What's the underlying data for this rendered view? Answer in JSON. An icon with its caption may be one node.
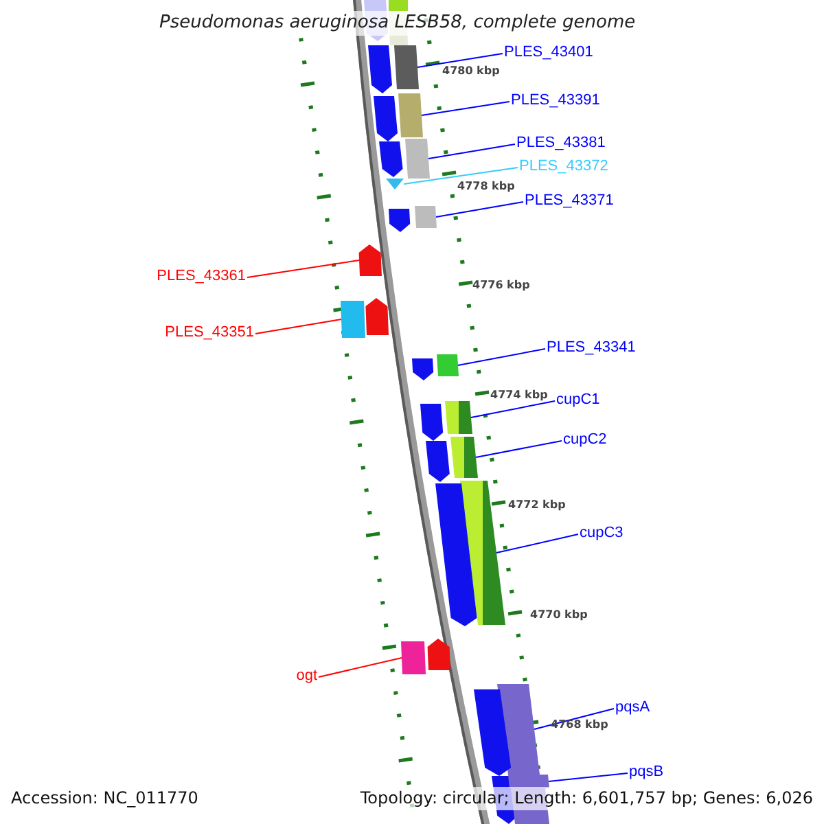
{
  "diagram": {
    "title": "Pseudomonas aeruginosa LESB58, complete genome",
    "nodes": [
      {
        "text": [
          "PLES_43401"
        ]
      },
      {
        "text": [
          "PLES_43391"
        ]
      },
      {
        "text": [
          "PLES_43381"
        ]
      },
      {
        "text": [
          "PLES_43372"
        ]
      },
      {
        "text": [
          "PLES_43371"
        ]
      },
      {
        "text": [
          "PLES_43361"
        ]
      },
      {
        "text": [
          "PLES_43351"
        ]
      },
      {
        "text": [
          "PLES_43341"
        ]
      },
      {
        "text": [
          "cupC1"
        ]
      },
      {
        "text": [
          "cupC2"
        ]
      },
      {
        "text": [
          "cupC3"
        ]
      },
      {
        "text": [
          "ogt"
        ]
      },
      {
        "text": [
          "pqsA"
        ]
      },
      {
        "text": [
          "pqsB"
        ]
      },
      {
        "text": [],
        "shape": "box"
      },
      {
        "text": [],
        "shape": "box"
      },
      {
        "text": [],
        "shape": "box"
      },
      {
        "text": [],
        "shape": "box"
      },
      {
        "text": [],
        "shape": "box"
      },
      {
        "text": [],
        "shape": "box"
      },
      {
        "text": [],
        "shape": "box"
      },
      {
        "text": [],
        "shape": "box"
      },
      {
        "text": [],
        "shape": "box"
      },
      {
        "text": [],
        "shape": "box"
      },
      {
        "text": [],
        "shape": "box"
      },
      {
        "text": [],
        "shape": "box"
      },
      {
        "text": [],
        "shape": "box"
      },
      {
        "text": [],
        "shape": "box"
      },
      {
        "text": [],
        "shape": "box"
      },
      {
        "text": [],
        "shape": "box"
      },
      {
        "text": [],
        "shape": "box"
      },
      {
        "text": [],
        "shape": "box"
      },
      {
        "text": [],
        "shape": "box"
      },
      {
        "text": [],
        "shape": "box"
      },
      {
        "text": [],
        "shape": "box"
      },
      {
        "text": [],
        "shape": "box"
      },
      {
        "text": [],
        "shape": "box"
      },
      {
        "text": [],
        "shape": "box"
      },
      {
        "text": [],
        "shape": "box"
      },
      {
        "text": [],
        "shape": "box"
      },
      {
        "text": [],
        "shape": "box"
      },
      {
        "text": [],
        "shape": "box"
      },
      {
        "text": [],
        "shape": "box"
      },
      {
        "text": [],
        "shape": "box"
      }
    ],
    "edges": [
      {
        "from": 0,
        "to": 18,
        "arrow": "none"
      },
      {
        "from": 1,
        "to": 19,
        "arrow": "none"
      },
      {
        "from": 2,
        "to": 21,
        "arrow": "none"
      },
      {
        "from": 3,
        "to": 23,
        "arrow": "none",
        "color": "#33ccff"
      },
      {
        "from": 4,
        "to": 24,
        "arrow": "none"
      },
      {
        "from": 5,
        "to": 26,
        "arrow": "none",
        "color": "#ff0000"
      },
      {
        "from": 6,
        "to": 28,
        "arrow": "none",
        "color": "#ff0000"
      },
      {
        "from": 7,
        "to": 29,
        "arrow": "none"
      },
      {
        "from": 8,
        "to": 31,
        "arrow": "none"
      },
      {
        "from": 9,
        "to": 33,
        "arrow": "none"
      },
      {
        "from": 10,
        "to": 35,
        "arrow": "none"
      },
      {
        "from": 11,
        "to": 38,
        "arrow": "none",
        "color": "#ff0000"
      },
      {
        "from": 12,
        "to": 39,
        "arrow": "none"
      },
      {
        "from": 13,
        "to": 42,
        "arrow": "none"
      }
    ],
    "labels": [
      "4780 kbp",
      "4778 kbp",
      "4776 kbp",
      "4774 kbp",
      "4772 kbp",
      "4770 kbp",
      "4768 kbp",
      "Accession: NC_011770",
      "Topology: circular; Length: 6,601,757 bp; Genes: 6,026"
    ]
  }
}
